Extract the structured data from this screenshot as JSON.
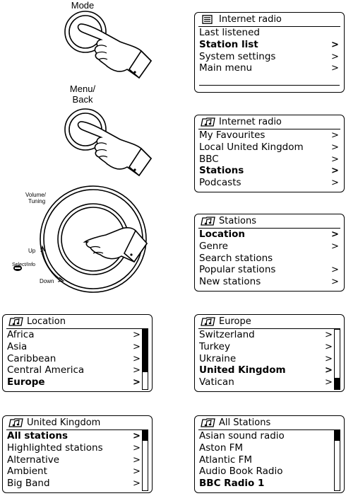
{
  "steps": [
    {
      "button_label": "Mode",
      "screen": {
        "icon": "list-icon",
        "title": "Internet radio",
        "items": [
          {
            "label": "Last listened",
            "arrow": "",
            "selected": false
          },
          {
            "label": "Station list",
            "arrow": ">",
            "selected": true
          },
          {
            "label": "System settings",
            "arrow": ">",
            "selected": false
          },
          {
            "label": "Main menu",
            "arrow": ">",
            "selected": false
          }
        ]
      }
    },
    {
      "button_label": "Menu/\nBack",
      "screen": {
        "icon": "music-folder-icon",
        "title": "Internet radio",
        "items": [
          {
            "label": "My Favourites",
            "arrow": ">",
            "selected": false
          },
          {
            "label": "Local United Kingdom",
            "arrow": ">",
            "selected": false
          },
          {
            "label": "BBC",
            "arrow": ">",
            "selected": false
          },
          {
            "label": "Stations",
            "arrow": ">",
            "selected": true
          },
          {
            "label": "Podcasts",
            "arrow": ">",
            "selected": false
          }
        ]
      }
    },
    {
      "knob": {
        "tuning_label": "Volume/\nTuning",
        "up_label": "Up",
        "select_label": "Select/Info",
        "down_label": "Down"
      },
      "screen": {
        "icon": "music-folder-icon",
        "title": "Stations",
        "items": [
          {
            "label": "Location",
            "arrow": ">",
            "selected": true
          },
          {
            "label": "Genre",
            "arrow": ">",
            "selected": false
          },
          {
            "label": "Search stations",
            "arrow": "",
            "selected": false
          },
          {
            "label": "Popular stations",
            "arrow": ">",
            "selected": false
          },
          {
            "label": "New stations",
            "arrow": ">",
            "selected": false
          }
        ]
      }
    },
    {
      "screen": {
        "icon": "music-folder-icon",
        "title": "Location",
        "scroll_position": 0.35,
        "items": [
          {
            "label": "Africa",
            "arrow": ">",
            "selected": false
          },
          {
            "label": "Asia",
            "arrow": ">",
            "selected": false
          },
          {
            "label": "Caribbean",
            "arrow": ">",
            "selected": false
          },
          {
            "label": "Central America",
            "arrow": ">",
            "selected": false
          },
          {
            "label": "Europe",
            "arrow": ">",
            "selected": true
          }
        ]
      }
    },
    {
      "screen": {
        "icon": "music-folder-icon",
        "title": "Europe",
        "scroll_position": 1.0,
        "items": [
          {
            "label": "Switzerland",
            "arrow": ">",
            "selected": false
          },
          {
            "label": "Turkey",
            "arrow": ">",
            "selected": false
          },
          {
            "label": "Ukraine",
            "arrow": ">",
            "selected": false
          },
          {
            "label": "United Kingdom",
            "arrow": ">",
            "selected": true
          },
          {
            "label": "Vatican",
            "arrow": ">",
            "selected": false
          }
        ]
      }
    },
    {
      "screen": {
        "icon": "music-folder-icon",
        "title": "United Kingdom",
        "scroll_position": 0.0,
        "items": [
          {
            "label": "All stations",
            "arrow": ">",
            "selected": true
          },
          {
            "label": "Highlighted stations",
            "arrow": ">",
            "selected": false
          },
          {
            "label": "Alternative",
            "arrow": ">",
            "selected": false
          },
          {
            "label": "Ambient",
            "arrow": ">",
            "selected": false
          },
          {
            "label": "Big Band",
            "arrow": ">",
            "selected": false
          }
        ]
      }
    },
    {
      "screen": {
        "icon": "music-folder-icon",
        "title": "All Stations",
        "scroll_position": 0.0,
        "items": [
          {
            "label": "Asian sound radio",
            "arrow": "",
            "selected": false
          },
          {
            "label": "Aston FM",
            "arrow": "",
            "selected": false
          },
          {
            "label": "Atlantic FM",
            "arrow": "",
            "selected": false
          },
          {
            "label": "Audio Book Radio",
            "arrow": "",
            "selected": false
          },
          {
            "label": "BBC Radio 1",
            "arrow": "",
            "selected": true
          }
        ]
      }
    }
  ]
}
